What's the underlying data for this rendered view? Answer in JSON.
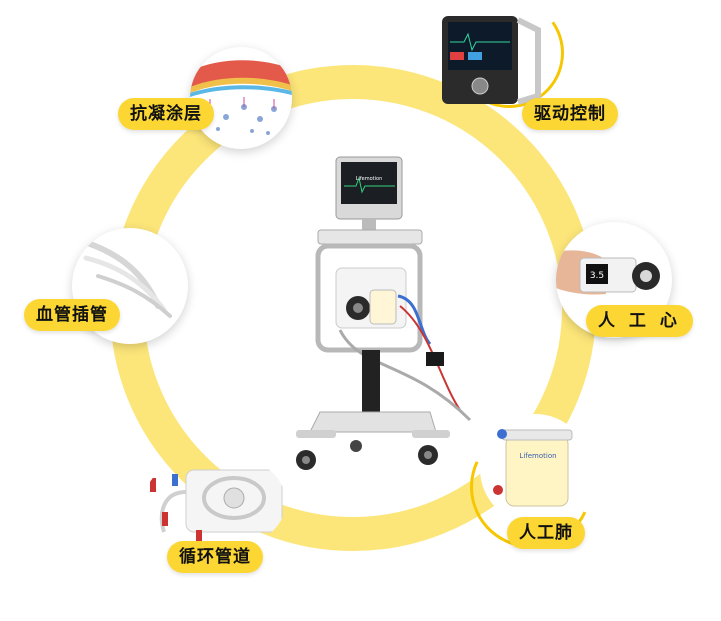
{
  "colors": {
    "ring": "#FCE67A",
    "label_bg": "#FCD733",
    "accent_arc": "#F6C700"
  },
  "center": {
    "device_screen_text": "Lifemotion"
  },
  "nodes": [
    {
      "key": "coating",
      "label": "抗凝涂层"
    },
    {
      "key": "control",
      "label": "驱动控制"
    },
    {
      "key": "heart",
      "label": "人 工 心",
      "screen_value": "3.5"
    },
    {
      "key": "lung",
      "label": "人工肺",
      "device_text": "Lifemotion"
    },
    {
      "key": "tubing",
      "label": "循环管道"
    },
    {
      "key": "cannula",
      "label": "血管插管"
    }
  ]
}
